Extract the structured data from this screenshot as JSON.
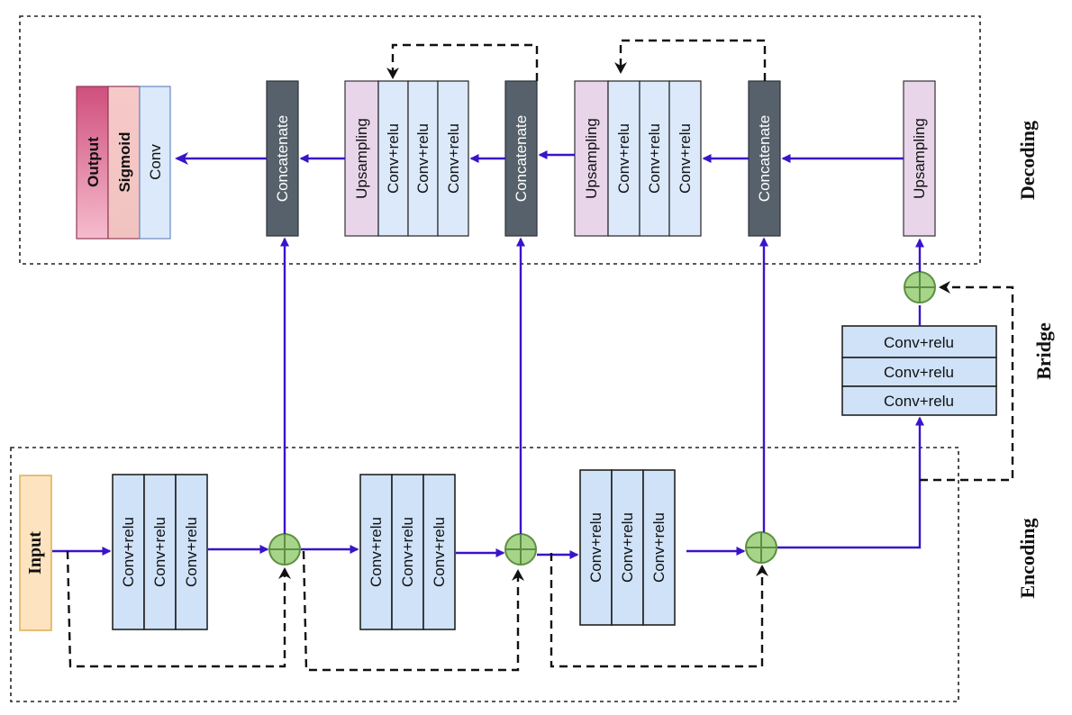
{
  "sections": {
    "decoding": "Decoding",
    "bridge": "Bridge",
    "encoding": "Encoding"
  },
  "input_label": "Input",
  "encoder_blocks": [
    {
      "layers": [
        "Conv+relu",
        "Conv+relu",
        "Conv+relu"
      ]
    },
    {
      "layers": [
        "Conv+relu",
        "Conv+relu",
        "Conv+relu"
      ]
    },
    {
      "layers": [
        "Conv+relu",
        "Conv+relu",
        "Conv+relu"
      ]
    }
  ],
  "bridge_layers": [
    "Conv+relu",
    "Conv+relu",
    "Conv+relu"
  ],
  "decoder": {
    "upsampling_label": "Upsampling",
    "concatenate_label": "Concatenate",
    "decoder_block_1": {
      "upsampling": "Upsampling",
      "layers": [
        "Conv+relu",
        "Conv+relu",
        "Conv+relu"
      ]
    },
    "decoder_block_2": {
      "upsampling": "Upsampling",
      "layers": [
        "Conv+relu",
        "Conv+relu",
        "Conv+relu"
      ]
    },
    "output_head": {
      "conv": "Conv",
      "sigmoid": "Sigmoid",
      "output": "Output"
    }
  },
  "colors": {
    "arrow": "#3a14c8",
    "conv_fill": "#cfe2f8",
    "upsampling_fill": "#e8d5ea",
    "concatenate_fill": "#56616b",
    "input_fill": "#fde3bf",
    "input_border": "#e0b35a",
    "sigmoid_fill": "#f3c4c6",
    "output_fill": "#e58aa4",
    "add_node_fill": "#a6d58a"
  }
}
